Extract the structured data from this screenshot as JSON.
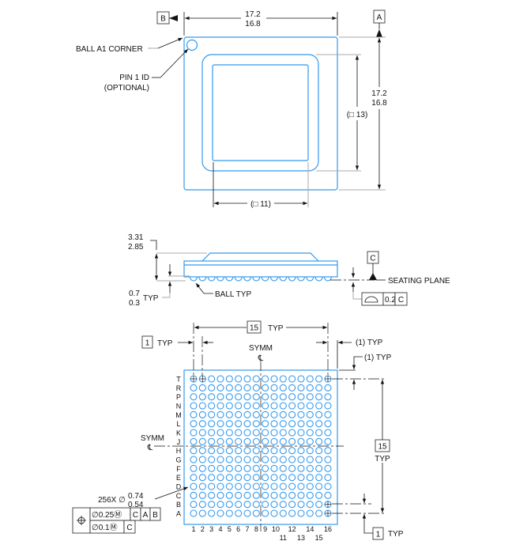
{
  "top_view": {
    "datum_b": "B",
    "datum_a": "A",
    "width_max": "17.2",
    "width_min": "16.8",
    "height_max": "17.2",
    "height_min": "16.8",
    "ball_a1_corner": "BALL A1 CORNER",
    "pin1_id": "PIN 1 ID",
    "pin1_optional": "(OPTIONAL)",
    "inner_13": "(□ 13)",
    "inner_11": "(□ 11)"
  },
  "side_view": {
    "height_max": "3.31",
    "height_min": "2.85",
    "standoff_max": "0.7",
    "standoff_min": "0.3",
    "standoff_typ": "TYP",
    "ball_typ": "BALL TYP",
    "datum_c": "C",
    "seating_plane": "SEATING PLANE",
    "flatness_value": "0.2",
    "flatness_datum": "C"
  },
  "bottom_view": {
    "pitch_box": "1",
    "pitch_typ": "TYP",
    "span_box": "15",
    "span_typ": "TYP",
    "edge_typ_h": "(1) TYP",
    "edge_typ_v": "(1) TYP",
    "symm": "SYMM",
    "symm_left": "SYMM",
    "cl": "℄",
    "span_v_box": "15",
    "span_v_typ": "TYP",
    "pitch_v_box": "1",
    "pitch_v_typ": "TYP",
    "ball_count": "256X ∅",
    "ball_dia_max": "0.74",
    "ball_dia_min": "0.54",
    "tol1_value": "∅0.25Ⓜ",
    "tol1_datum1": "C",
    "tol1_datum2": "A",
    "tol1_datum3": "B",
    "tol2_value": "∅0.1Ⓜ",
    "tol2_datum1": "C",
    "row_labels": [
      "T",
      "R",
      "P",
      "N",
      "M",
      "L",
      "K",
      "J",
      "H",
      "G",
      "F",
      "E",
      "D",
      "C",
      "B",
      "A"
    ],
    "col_labels": [
      "1",
      "2",
      "3",
      "4",
      "5",
      "6",
      "7",
      "8",
      "9",
      "10",
      "11",
      "12",
      "13",
      "14",
      "15",
      "16"
    ]
  }
}
